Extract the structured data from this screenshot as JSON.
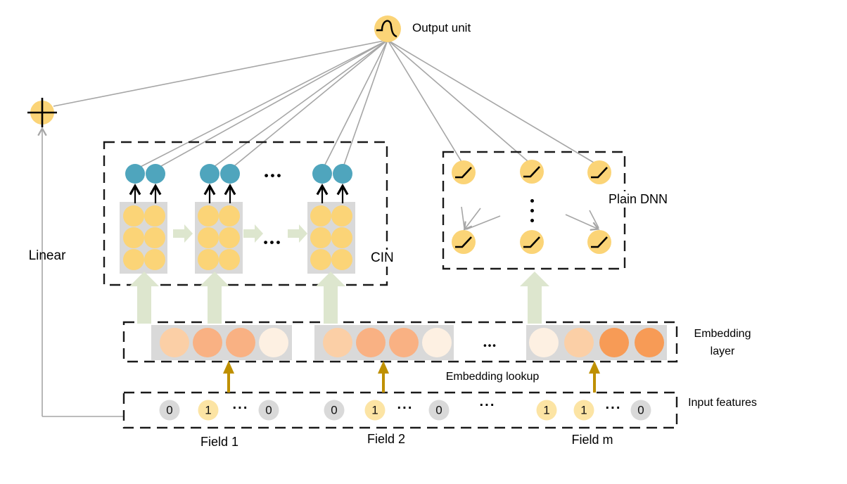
{
  "palette": {
    "node_yellow": "#fbd477",
    "node_yellow_light": "#fce4a4",
    "node_blue": "#4fa5bd",
    "cell_gray": "#d9d9d9",
    "box_gray": "#d9d9d9",
    "arrow_green": "#dde6ce",
    "arrow_gold": "#bf9000",
    "line_gray": "#a6a6a6",
    "dash_black": "#1a1a1a",
    "orange_pale": "#fdf0e2",
    "orange_light": "#fbcfa6",
    "orange_medium": "#f9b183",
    "orange_strong": "#f79b56"
  },
  "labels": {
    "output_unit": "Output unit",
    "linear": "Linear",
    "embedding_layer": "Embedding layer",
    "embedding_lookup": "Embedding lookup",
    "input_features": "Input features",
    "ellipsis_bullets": "•••",
    "ellipsis_dots": "···"
  },
  "cin": {
    "label": "CIN",
    "feature_maps_shown": 3,
    "map_grid": "2x3",
    "output_nodes_per_map": 2
  },
  "dnn": {
    "label": "Plain DNN",
    "rows_shown": 2,
    "nodes_per_row": 3
  },
  "embedding": {
    "fields": [
      {
        "shades": [
          "light",
          "medium",
          "medium",
          "pale"
        ]
      },
      {
        "shades": [
          "light",
          "medium",
          "medium",
          "pale"
        ]
      },
      {
        "shades": [
          "pale",
          "light",
          "strong",
          "strong"
        ]
      }
    ],
    "separator": "•••"
  },
  "input": {
    "fields": [
      {
        "label": "Field 1",
        "cells": [
          "0",
          "1",
          "···",
          "0"
        ]
      },
      {
        "label": "Field 2",
        "cells": [
          "0",
          "1",
          "···",
          "0"
        ]
      },
      {
        "label": "Field m",
        "cells": [
          "1",
          "1",
          "···",
          "0"
        ]
      }
    ],
    "separator": "···"
  },
  "icons": {
    "output_unit": "sigmoid-curve",
    "linear_unit": "plus-sign",
    "dnn_node": "relu-kink"
  }
}
